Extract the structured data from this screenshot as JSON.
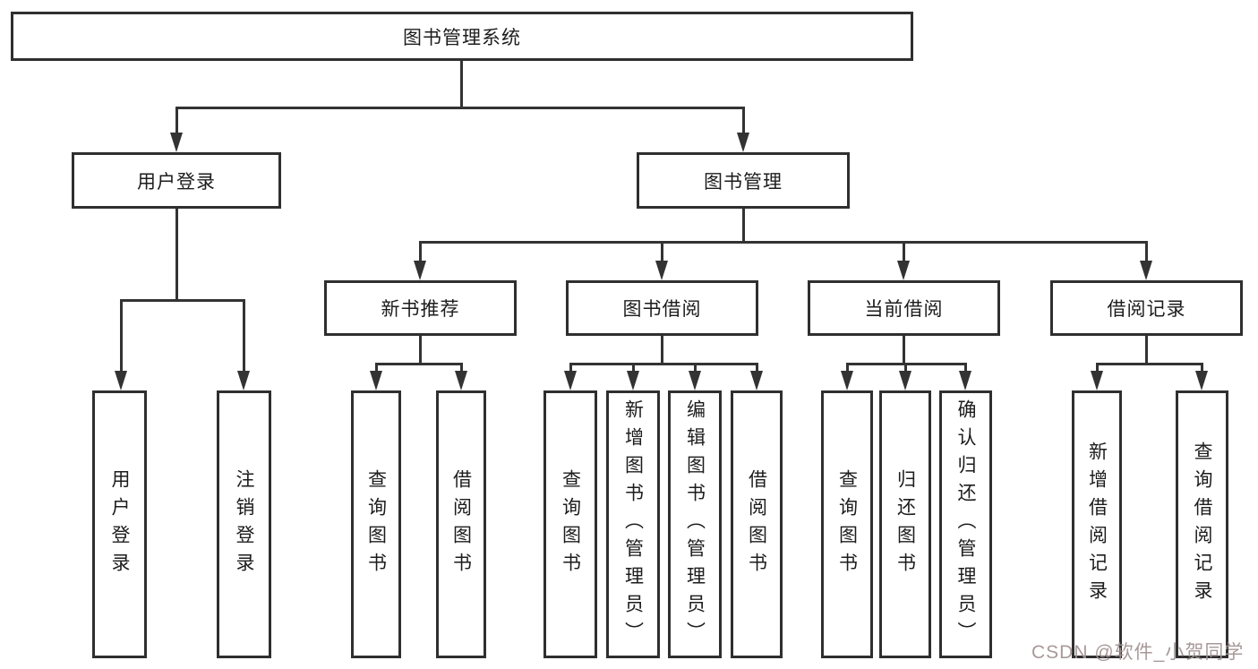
{
  "diagram": {
    "kind": "hierarchy-tree",
    "style": {
      "line_color": "#333333",
      "box_border_color": "#2f2f2f",
      "box_fill": "#ffffff",
      "text_color": "#1c1c1c",
      "background": "#ffffff"
    }
  },
  "tree": {
    "root": {
      "label": "图书管理系统",
      "children": [
        {
          "label": "用户登录",
          "children": [
            {
              "label": "用户登录"
            },
            {
              "label": "注销登录"
            }
          ]
        },
        {
          "label": "图书管理",
          "children": [
            {
              "label": "新书推荐",
              "children": [
                {
                  "label": "查询图书"
                },
                {
                  "label": "借阅图书"
                }
              ]
            },
            {
              "label": "图书借阅",
              "children": [
                {
                  "label": "查询图书"
                },
                {
                  "label": "新增图书（管理员）"
                },
                {
                  "label": "编辑图书（管理员）"
                },
                {
                  "label": "借阅图书"
                }
              ]
            },
            {
              "label": "当前借阅",
              "children": [
                {
                  "label": "查询图书"
                },
                {
                  "label": "归还图书"
                },
                {
                  "label": "确认归还（管理员）"
                }
              ]
            },
            {
              "label": "借阅记录",
              "children": [
                {
                  "label": "新增借阅记录"
                },
                {
                  "label": "查询借阅记录"
                }
              ]
            }
          ]
        }
      ]
    }
  },
  "watermark": {
    "text": "CSDN @软件_小贺同学",
    "color": "rgba(163,148,148,0.95)"
  }
}
